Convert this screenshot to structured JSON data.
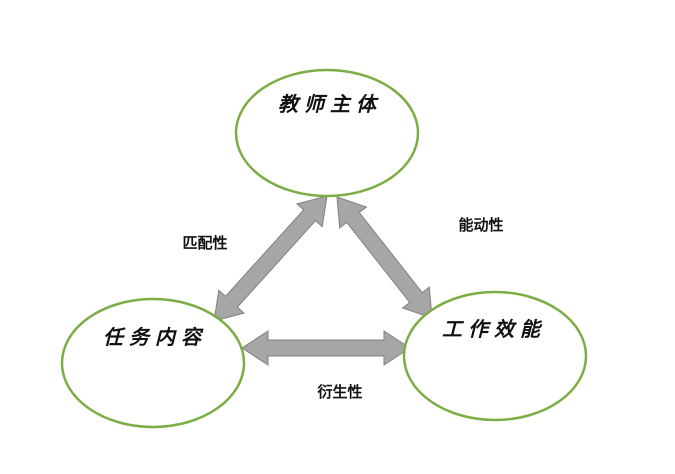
{
  "diagram": {
    "nodes": {
      "teacher": "教师主体",
      "task": "任务内容",
      "efficacy": "工作效能"
    },
    "edges": {
      "teacher_task": "匹配性",
      "teacher_efficacy": "能动性",
      "task_efficacy": "衍生性"
    }
  },
  "colors": {
    "node_stroke": "#7cad45",
    "arrow_fill": "#a6a6a6",
    "arrow_stroke": "#808080"
  }
}
